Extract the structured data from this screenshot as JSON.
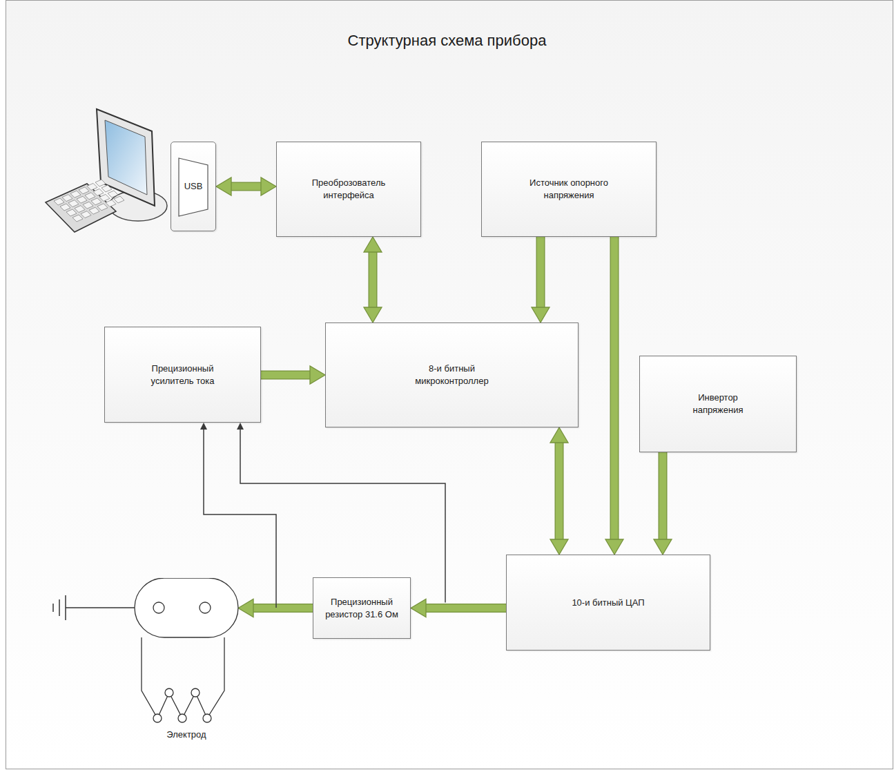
{
  "diagram": {
    "title": "Структурная схема прибора",
    "nodes": [
      {
        "text": [
          "USB"
        ]
      },
      {
        "text": [
          "Преоброзователь интерфейса"
        ]
      },
      {
        "text": [
          "Источник опорного напряжения"
        ]
      },
      {
        "text": [
          "Прецизионный усилитель тока"
        ]
      },
      {
        "text": [
          "8-и битный микроконтроллер"
        ]
      },
      {
        "text": [
          "Инвертор напряжения"
        ]
      },
      {
        "text": [
          "10-и битный ЦАП"
        ]
      },
      {
        "text": [
          "Прецизионный резистор 31.6 Ом"
        ]
      },
      {
        "text": [
          "Электрод"
        ]
      }
    ],
    "edges": [
      {
        "from": 0,
        "to": 1,
        "arrow": "both"
      },
      {
        "from": 1,
        "to": 4,
        "arrow": "both"
      },
      {
        "from": 2,
        "to": 4,
        "arrow": "to"
      },
      {
        "from": 2,
        "to": 6,
        "arrow": "to"
      },
      {
        "from": 3,
        "to": 4,
        "arrow": "to"
      },
      {
        "from": 4,
        "to": 6,
        "arrow": "both"
      },
      {
        "from": 5,
        "to": 6,
        "arrow": "to"
      },
      {
        "from": 6,
        "to": 7,
        "arrow": "to"
      },
      {
        "from": 7,
        "to": 8,
        "arrow": "to"
      },
      {
        "from": 8,
        "to": 3,
        "arrow": "to"
      },
      {
        "from": 6,
        "to": 3,
        "arrow": "to"
      }
    ]
  }
}
